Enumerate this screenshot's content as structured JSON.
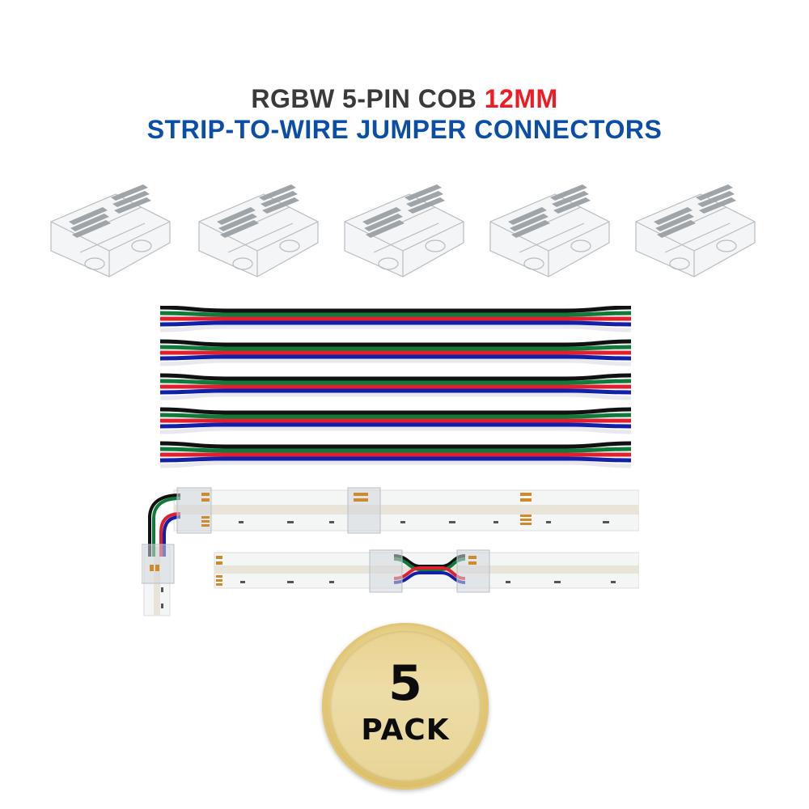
{
  "title": {
    "line1_prefix": "RGBW 5-PIN COB",
    "line1_accent": "12MM",
    "line2": "STRIP-TO-WIRE JUMPER CONNECTORS",
    "colors": {
      "line1": "#3a3a3a",
      "accent": "#ee1c24",
      "line2": "#0b4ea8"
    }
  },
  "connectors": {
    "count": 5,
    "icon": "clear-5-pin-connector-icon"
  },
  "cables": {
    "count": 5,
    "wire_colors": [
      "#111111",
      "#0f7a3a",
      "#e0202e",
      "#1020a8",
      "#e8e8ee"
    ],
    "wire_names": [
      "black",
      "green",
      "red",
      "blue",
      "white"
    ]
  },
  "diagram": {
    "strip_color": "#f2f4f4",
    "pad_color": "#d08a2a"
  },
  "badge": {
    "number": "5",
    "label": "PACK"
  }
}
